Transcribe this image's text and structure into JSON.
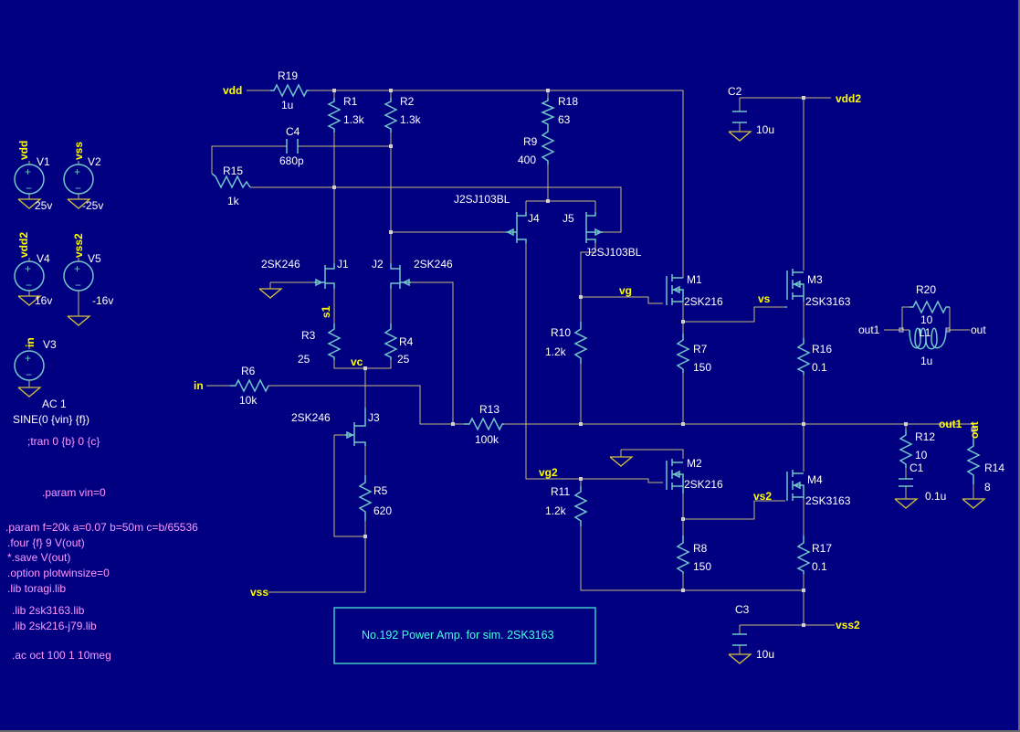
{
  "title_box": "No.192  Power Amp. for sim. 2SK3163",
  "components": {
    "R19": {
      "name": "R19",
      "value": "1u"
    },
    "R1": {
      "name": "R1",
      "value": "1.3k"
    },
    "R2": {
      "name": "R2",
      "value": "1.3k"
    },
    "R18": {
      "name": "R18",
      "value": "63"
    },
    "R9": {
      "name": "R9",
      "value": "400"
    },
    "C4": {
      "name": "C4",
      "value": "680p"
    },
    "R15": {
      "name": "R15",
      "value": "1k"
    },
    "C2": {
      "name": "C2",
      "value": "10u"
    },
    "J1": {
      "name": "J1",
      "value": "2SK246"
    },
    "J2": {
      "name": "J2",
      "value": "2SK246"
    },
    "J3": {
      "name": "J3",
      "value": "2SK246"
    },
    "J4": {
      "name": "J4",
      "value": "J2SJ103BL"
    },
    "J5": {
      "name": "J5",
      "value": "J2SJ103BL"
    },
    "M1": {
      "name": "M1",
      "value": "2SK216"
    },
    "M2": {
      "name": "M2",
      "value": "2SK216"
    },
    "M3": {
      "name": "M3",
      "value": "2SK3163"
    },
    "M4": {
      "name": "M4",
      "value": "2SK3163"
    },
    "R3": {
      "name": "R3",
      "value": "25"
    },
    "R4": {
      "name": "R4",
      "value": "25"
    },
    "R5": {
      "name": "R5",
      "value": "620"
    },
    "R6": {
      "name": "R6",
      "value": "10k"
    },
    "R13": {
      "name": "R13",
      "value": "100k"
    },
    "R10": {
      "name": "R10",
      "value": "1.2k"
    },
    "R11": {
      "name": "R11",
      "value": "1.2k"
    },
    "R7": {
      "name": "R7",
      "value": "150"
    },
    "R8": {
      "name": "R8",
      "value": "150"
    },
    "R16": {
      "name": "R16",
      "value": "0.1"
    },
    "R17": {
      "name": "R17",
      "value": "0.1"
    },
    "R20": {
      "name": "R20",
      "value": "10"
    },
    "L1": {
      "name": "L1",
      "value": "1u"
    },
    "R12": {
      "name": "R12",
      "value": "10"
    },
    "C1": {
      "name": "C1",
      "value": "0.1u"
    },
    "R14": {
      "name": "R14",
      "value": "8"
    },
    "C3": {
      "name": "C3",
      "value": "10u"
    },
    "V1": {
      "name": "V1",
      "value": "25v"
    },
    "V2": {
      "name": "V2",
      "value": "-25v"
    },
    "V4": {
      "name": "V4",
      "value": "16v"
    },
    "V5": {
      "name": "V5",
      "value": "-16v"
    },
    "V3": {
      "name": "V3",
      "value": ""
    }
  },
  "nets": {
    "vdd": "vdd",
    "vss": "vss",
    "vdd2": "vdd2",
    "vss2": "vss2",
    "in": "in",
    "vg": "vg",
    "vs": "vs",
    "vg2": "vg2",
    "vs2": "vs2",
    "vc": "vc",
    "s1": "s1",
    "out1": "out1",
    "out": "out"
  },
  "v3_lines": [
    "AC 1",
    "SINE(0 {vin} {f})"
  ],
  "directives": [
    ";tran 0 {b} 0 {c}",
    ".param vin=0",
    ".param f=20k a=0.07 b=50m c=b/65536",
    ".four {f} 9 V(out)",
    "*.save V(out)",
    ".option plotwinsize=0",
    ".lib toragi.lib",
    ".lib 2sk3163.lib",
    ".lib 2sk216-j79.lib",
    ".ac oct 100 1 10meg"
  ]
}
